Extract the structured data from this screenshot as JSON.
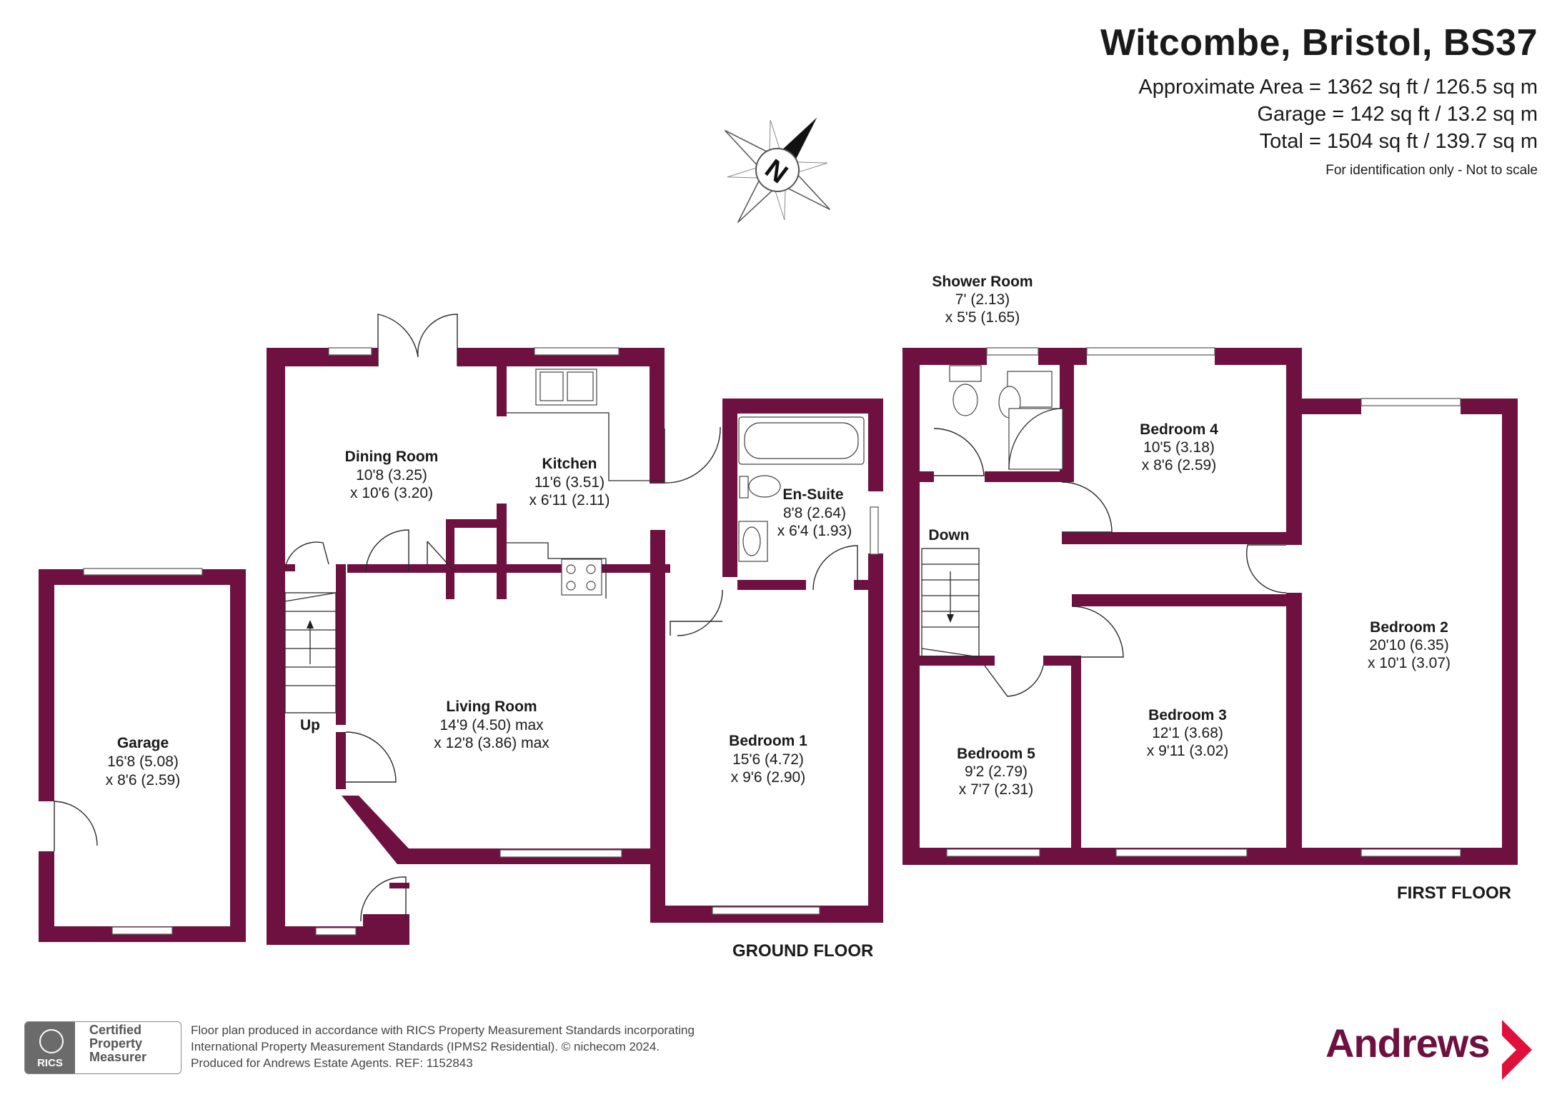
{
  "header": {
    "title": "Witcombe, Bristol, BS37",
    "area_line_1": "Approximate Area = 1362 sq ft / 126.5 sq m",
    "area_line_2": "Garage = 142 sq ft / 13.2 sq m",
    "area_line_3": "Total = 1504 sq ft / 139.7 sq m",
    "note": "For identification only - Not to scale"
  },
  "compass": {
    "label": "N"
  },
  "ground_floor": {
    "label": "GROUND FLOOR",
    "rooms": {
      "garage": {
        "name": "Garage",
        "dim1": "16'8 (5.08)",
        "dim2": "x 8'6 (2.59)"
      },
      "dining": {
        "name": "Dining Room",
        "dim1": "10'8 (3.25)",
        "dim2": "x 10'6 (3.20)"
      },
      "kitchen": {
        "name": "Kitchen",
        "dim1": "11'6 (3.51)",
        "dim2": "x 6'11 (2.11)"
      },
      "ensuite": {
        "name": "En-Suite",
        "dim1": "8'8 (2.64)",
        "dim2": "x 6'4 (1.93)"
      },
      "living": {
        "name": "Living Room",
        "dim1": "14'9 (4.50) max",
        "dim2": "x 12'8 (3.86) max"
      },
      "bedroom1": {
        "name": "Bedroom 1",
        "dim1": "15'6 (4.72)",
        "dim2": "x 9'6 (2.90)"
      }
    },
    "stairs_label": "Up"
  },
  "first_floor": {
    "label": "FIRST FLOOR",
    "rooms": {
      "shower": {
        "name": "Shower Room",
        "dim1": "7' (2.13)",
        "dim2": "x 5'5 (1.65)"
      },
      "bedroom4": {
        "name": "Bedroom 4",
        "dim1": "10'5 (3.18)",
        "dim2": "x 8'6 (2.59)"
      },
      "bedroom2": {
        "name": "Bedroom 2",
        "dim1": "20'10 (6.35)",
        "dim2": "x 10'1 (3.07)"
      },
      "bedroom3": {
        "name": "Bedroom 3",
        "dim1": "12'1 (3.68)",
        "dim2": "x 9'11 (3.02)"
      },
      "bedroom5": {
        "name": "Bedroom 5",
        "dim1": "9'2 (2.79)",
        "dim2": "x 7'7 (2.31)"
      }
    },
    "stairs_label": "Down"
  },
  "footer": {
    "line1": "Floor plan produced in accordance with RICS Property Measurement Standards incorporating",
    "line2": "International Property Measurement Standards (IPMS2 Residential).  © nichecom 2024.",
    "line3": "Produced for Andrews Estate Agents.   REF:   1152843",
    "rics_badge": "RICS",
    "rics_cert": "Certified Property Measurer",
    "brand": "Andrews"
  },
  "colors": {
    "wall": "#6e1140",
    "brand": "#6e1140"
  }
}
